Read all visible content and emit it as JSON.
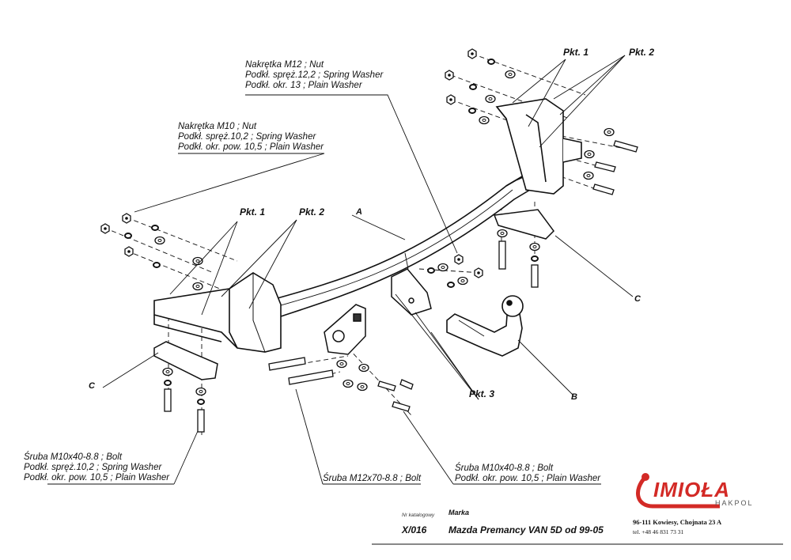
{
  "labels": {
    "nut_m12": [
      "Nakrętka M12 ; Nut",
      "Podkł. spręż.12,2 ; Spring Washer",
      "Podkł. okr. 13 ; Plain Washer"
    ],
    "nut_m10": [
      "Nakrętka M10 ; Nut",
      "Podkł. spręż.10,2 ; Spring Washer",
      "Podkł. okr. pow. 10,5 ; Plain Washer"
    ],
    "bolt_m10_left": [
      "Śruba M10x40-8.8 ;  Bolt",
      "Podkł. spręż.10,2 ; Spring Washer",
      "Podkł. okr. pow. 10,5 ; Plain Washer"
    ],
    "bolt_m12": "Śruba M12x70-8.8 ;  Bolt",
    "bolt_m10_right": [
      "Śruba M10x40-8.8 ;  Bolt",
      "Podkł. okr. pow. 10,5 ; Plain Washer"
    ]
  },
  "pkt": {
    "p1": "Pkt. 1",
    "p2": "Pkt. 2",
    "p3": "Pkt. 3"
  },
  "letters": {
    "a": "A",
    "b": "B",
    "c": "C"
  },
  "footer": {
    "nr_katalogowy_label": "Nr katalogowy",
    "marka_label": "Marka",
    "catalog_number": "X/016",
    "model": "Mazda Premancy VAN 5D   od  99-05"
  },
  "logo": {
    "name": "IMIOŁA",
    "sub": "HAKPOL"
  },
  "address": {
    "line1": "96-111 Kowiesy, Chojnata 23 A",
    "line2": "tel. +48 46 831 73 31"
  },
  "colors": {
    "logo_red": "#d32a26",
    "line": "#111111"
  }
}
